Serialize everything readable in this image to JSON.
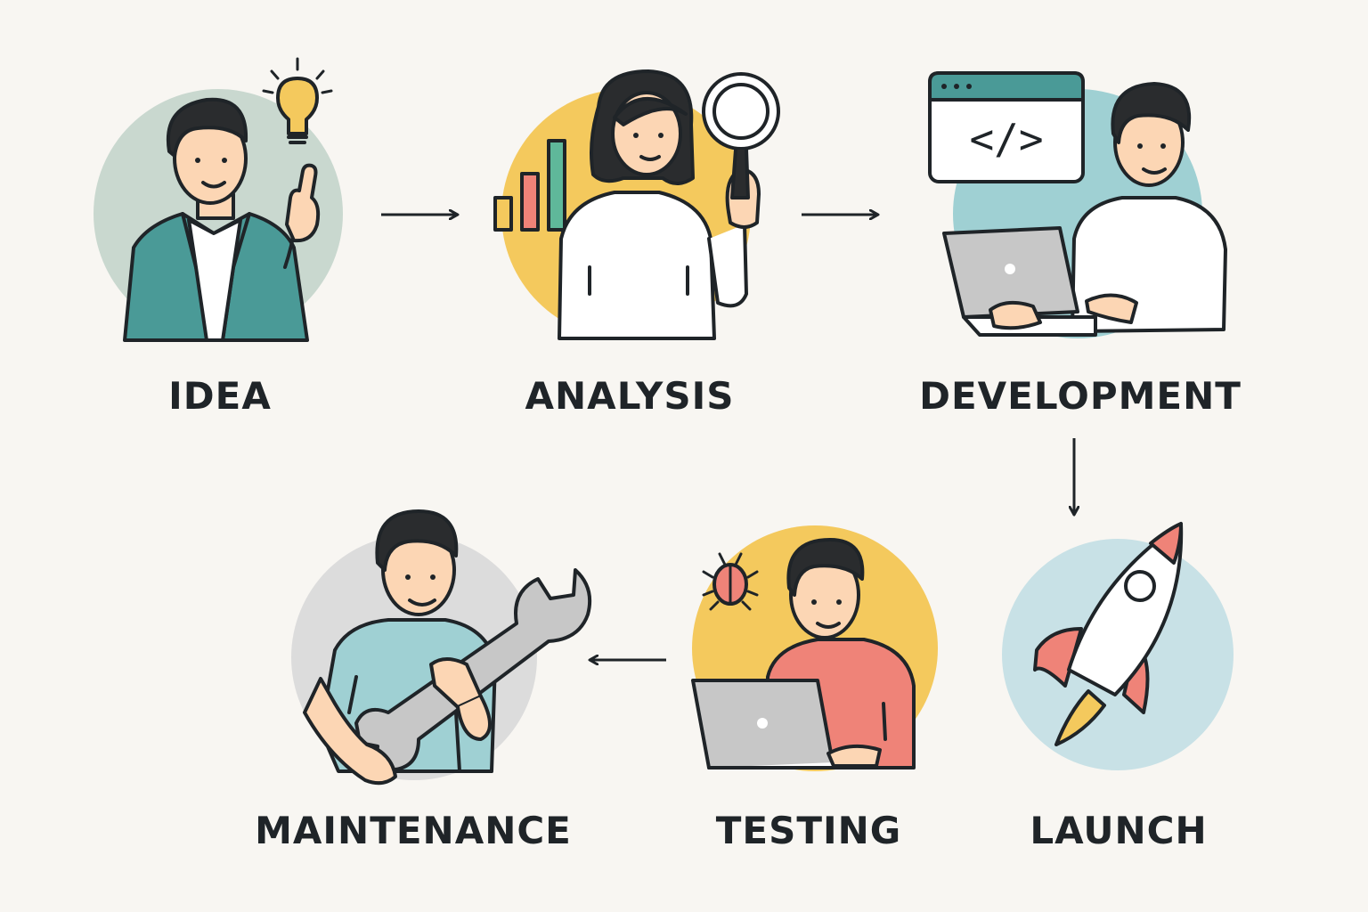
{
  "stages": [
    {
      "id": "idea",
      "label": "IDEA",
      "circle_color": "#c9d8cf"
    },
    {
      "id": "analysis",
      "label": "ANALYSIS",
      "circle_color": "#f4c95d"
    },
    {
      "id": "development",
      "label": "DEVELOPMENT",
      "circle_color": "#9fd0d3",
      "code_symbol": "</>"
    },
    {
      "id": "launch",
      "label": "LAUNCH",
      "circle_color": "#c8e1e6"
    },
    {
      "id": "testing",
      "label": "TESTING",
      "circle_color": "#f4c95d"
    },
    {
      "id": "maintenance",
      "label": "MAINTENANCE",
      "circle_color": "#dcdcdc"
    }
  ],
  "flow": [
    "idea",
    "analysis",
    "development",
    "launch",
    "testing",
    "maintenance"
  ],
  "colors": {
    "background": "#f8f6f2",
    "outline": "#1f2428",
    "teal": "#4a9a97",
    "coral": "#ef8378",
    "yellow": "#f4c95d",
    "skin": "#fcd6b4",
    "hair": "#2a2c2e",
    "laptop": "#c7c7c7"
  },
  "icons": [
    "lightbulb-icon",
    "bar-chart-icon",
    "magnifier-icon",
    "code-window-icon",
    "laptop-icon",
    "rocket-icon",
    "bug-icon",
    "wrench-icon",
    "arrow-right-icon",
    "arrow-down-icon",
    "arrow-left-icon"
  ]
}
